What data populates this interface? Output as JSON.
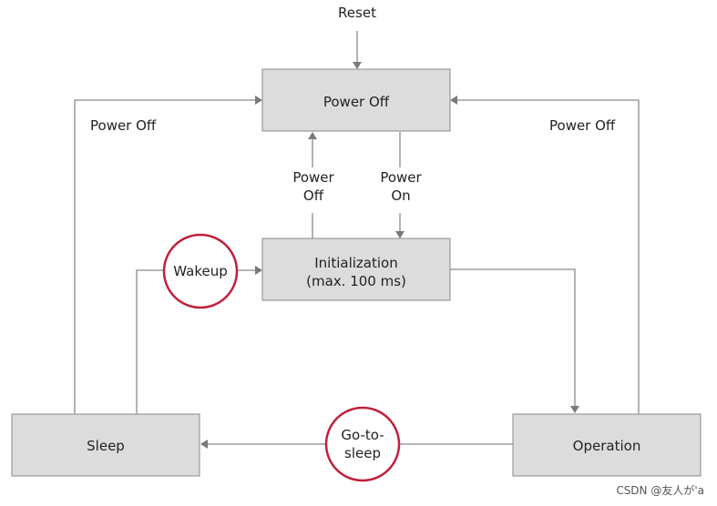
{
  "nodes": {
    "reset": "Reset",
    "power_off_state": "Power Off",
    "initialization": [
      "Initialization",
      "(max. 100 ms)"
    ],
    "sleep": "Sleep",
    "operation": "Operation"
  },
  "transitions": {
    "power_off_left": "Power Off",
    "power_off_right": "Power Off",
    "init_to_power_off": [
      "Power",
      "Off"
    ],
    "power_on": [
      "Power",
      "On"
    ],
    "wakeup": "Wakeup",
    "go_to_sleep": [
      "Go-to-",
      "sleep"
    ]
  },
  "watermark": "CSDN @友人が'a",
  "colors": {
    "box_fill": "#dcdcdc",
    "box_stroke": "#8a8a8a",
    "circle_stroke": "#c0203a",
    "line": "#8a8a8a"
  }
}
